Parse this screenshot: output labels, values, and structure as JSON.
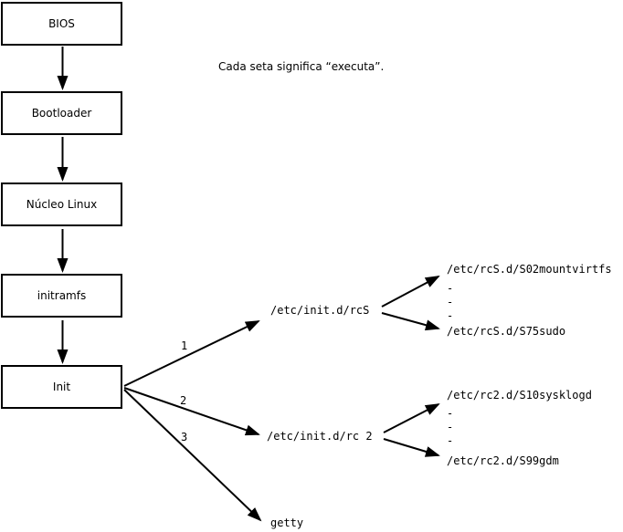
{
  "diagram": {
    "note": "Cada seta significa “executa”.",
    "chain": [
      {
        "label": "BIOS"
      },
      {
        "label": "Bootloader"
      },
      {
        "label": "Núcleo Linux"
      },
      {
        "label": "initramfs"
      },
      {
        "label": "Init"
      }
    ],
    "branches": [
      {
        "number": "1",
        "target": "/etc/init.d/rcS"
      },
      {
        "number": "2",
        "target": "/etc/init.d/rc 2"
      },
      {
        "number": "3",
        "target": "getty"
      }
    ],
    "rcs_scripts": {
      "first": "/etc/rcS.d/S02mountvirtfs",
      "ellipsis": [
        "-",
        "-",
        "-"
      ],
      "last": "/etc/rcS.d/S75sudo"
    },
    "rc2_scripts": {
      "first": "/etc/rc2.d/S10sysklogd",
      "ellipsis": [
        "-",
        "-",
        "-"
      ],
      "last": "/etc/rc2.d/S99gdm"
    },
    "colors": {
      "line": "#000000",
      "background": "#ffffff",
      "text": "#000000"
    }
  }
}
